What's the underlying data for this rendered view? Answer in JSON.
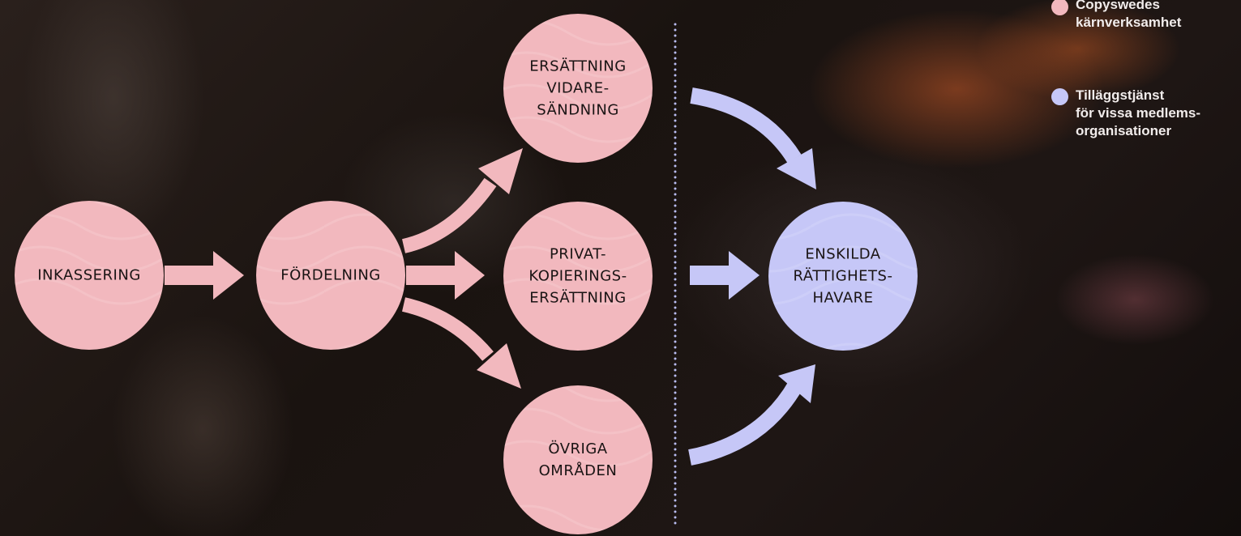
{
  "colors": {
    "core_pink": "#f2b8be",
    "addon_lavender": "#c6c7f7",
    "divider": "#b9bdf2"
  },
  "nodes": {
    "inkassering": "INKASSERING",
    "fordelning": "FÖRDELNING",
    "vidaresandning": "ERSÄTTNING\nVIDARE-\nSÄNDNING",
    "privatkopiering": "PRIVAT-\nKOPIERINGS-\nERSÄTTNING",
    "ovriga": "ÖVRIGA\nOMRÅDEN",
    "enskilda": "ENSKILDA\nRÄTTIGHETS-\nHAVARE"
  },
  "legend": {
    "core": "Copyswedes\nkärnverksamhet",
    "addon": "Tilläggstjänst\nför vissa medlems-\norganisationer"
  }
}
